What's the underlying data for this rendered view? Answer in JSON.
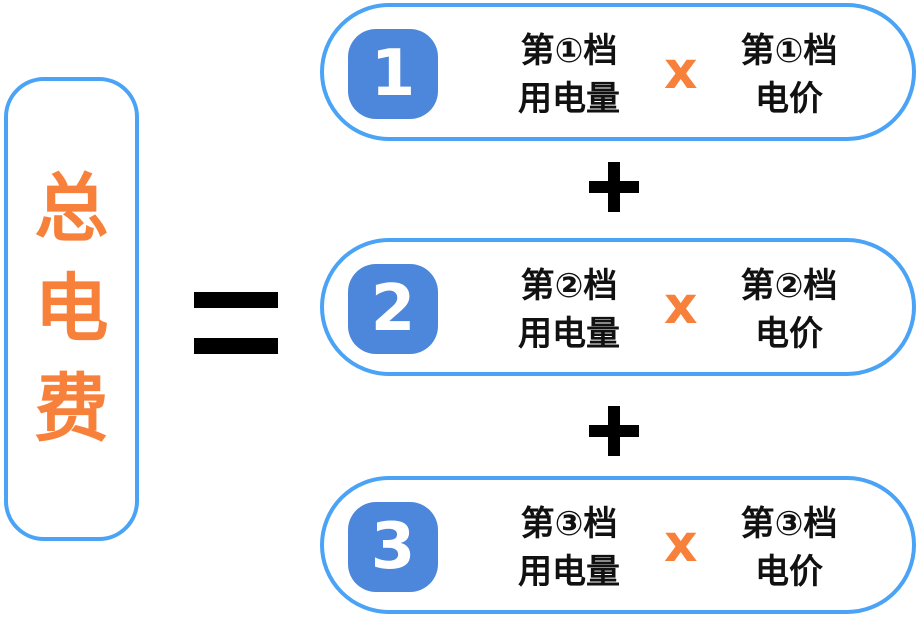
{
  "total": {
    "chars": [
      "总",
      "电",
      "费"
    ]
  },
  "operators": {
    "equals": "=",
    "plus": "+",
    "times": "x"
  },
  "colors": {
    "border": "#4aa3f5",
    "badge": "#4d87dc",
    "accent_orange": "#f7813a",
    "text": "#111111"
  },
  "tiers": [
    {
      "number": "1",
      "usage_line1": "第①档",
      "usage_line2": "用电量",
      "price_line1": "第①档",
      "price_line2": "电价"
    },
    {
      "number": "2",
      "usage_line1": "第②档",
      "usage_line2": "用电量",
      "price_line1": "第②档",
      "price_line2": "电价"
    },
    {
      "number": "3",
      "usage_line1": "第③档",
      "usage_line2": "用电量",
      "price_line1": "第③档",
      "price_line2": "电价"
    }
  ]
}
